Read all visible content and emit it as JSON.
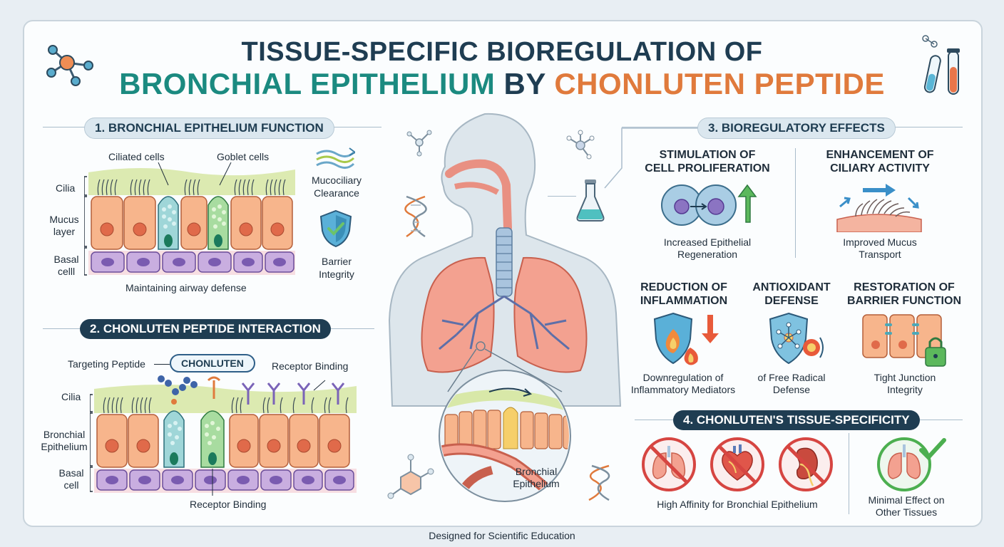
{
  "title": {
    "line1": "TISSUE-SPECIFIC BIOREGULATION OF",
    "line2_part1": "BRONCHIAL EPITHELIUM",
    "line2_part2": "BY",
    "line2_part3": "CHONLUTEN PEPTIDE"
  },
  "colors": {
    "teal": "#1b8a80",
    "navy": "#1f3d52",
    "orange": "#e07a3c",
    "green": "#4caf50",
    "red": "#d64541"
  },
  "section1": {
    "heading": "1. BRONCHIAL EPITHELIUM FUNCTION",
    "labels": {
      "ciliated": "Ciliated cells",
      "goblet": "Goblet cells",
      "cilia": "Cilia",
      "mucus": "Mucus\nlayer",
      "basal": "Basal\ncelll",
      "caption": "Maintaining airway defense"
    },
    "functions": [
      {
        "label": "Mucociliary\nClearance",
        "icon": "wave-arrows-icon"
      },
      {
        "label": "Barrier\nIntegrity",
        "icon": "shield-check-icon"
      }
    ]
  },
  "section2": {
    "heading": "2. CHONLUTEN PEPTIDE INTERACTION",
    "labels": {
      "targeting": "Targeting Peptide",
      "chonluten": "CHONLUTEN",
      "receptor_top": "Receptor Binding",
      "cilia": "Cilia",
      "bronchial": "Bronchial\nEpithelium",
      "basal": "Basal\ncell",
      "receptor_bottom": "Receptor Binding"
    }
  },
  "center": {
    "inset_label": "Bronchial\nEpithelium"
  },
  "section3": {
    "heading": "3. BIOREGULATORY EFFECTS",
    "effects": [
      {
        "title": "STIMULATION OF\nCELL PROLIFERATION",
        "caption": "Increased Epithelial\nRegeneration",
        "icon": "cell-division-icon"
      },
      {
        "title": "ENHANCEMENT OF\nCILIARY ACTIVITY",
        "caption": "Improved Mucus\nTransport",
        "icon": "cilia-icon"
      },
      {
        "title": "REDUCTION OF\nINFLAMMATION",
        "caption": "Downregulation of\nInflammatory Mediators",
        "icon": "inflammation-shield-icon"
      },
      {
        "title": "ANTIOXIDANT\nDEFENSE",
        "caption": "of Free Radical\nDefense",
        "icon": "antioxidant-shield-icon"
      },
      {
        "title": "RESTORATION OF\nBARRIER FUNCTION",
        "caption": "Tight Junction\nIntegrity",
        "icon": "tight-junction-lock-icon"
      }
    ]
  },
  "section4": {
    "heading": "4. CHONLUTEN'S TISSUE-SPECIFICITY",
    "left_caption": "High Affinity for Bronchial Epithelium",
    "right_caption": "Minimal Effect on\nOther Tissues",
    "icons": [
      "lungs-crossed-icon",
      "heart-crossed-icon",
      "kidney-crossed-icon",
      "lungs-check-icon"
    ]
  },
  "footer": "Designed for Scientific Education"
}
